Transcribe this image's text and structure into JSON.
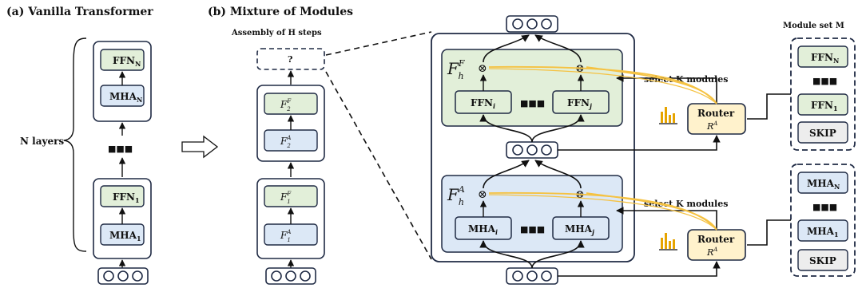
{
  "panel_a": {
    "title": "(a) Vanilla Transformer",
    "n_layers": "N layers",
    "ffn_top": "FFN",
    "ffn_top_sub": "N",
    "mha_top": "MHA",
    "mha_top_sub": "N",
    "ellipsis": "■■■",
    "ffn_bottom": "FFN",
    "ffn_bottom_sub": "1",
    "mha_bottom": "MHA",
    "mha_bottom_sub": "1"
  },
  "panel_b": {
    "title": "(b) Mixture of Modules",
    "assembly": "Assembly of H steps",
    "question": "?",
    "f2f": "F",
    "f2f_sub": "2",
    "f2f_sup": "F",
    "f2a": "F",
    "f2a_sub": "2",
    "f2a_sup": "A",
    "f1f": "F",
    "f1f_sub": "1",
    "f1f_sup": "F",
    "f1a": "F",
    "f1a_sub": "1",
    "f1a_sup": "A"
  },
  "zoom": {
    "ffn_group_label": "F",
    "ffn_group_sub": "h",
    "ffn_group_sup": "F",
    "mha_group_label": "F",
    "mha_group_sub": "h",
    "mha_group_sup": "A",
    "ffn_i": "FFN",
    "ffn_i_sub": "i",
    "ffn_j": "FFN",
    "ffn_j_sub": "j",
    "mha_i": "MHA",
    "mha_i_sub": "i",
    "mha_j": "MHA",
    "mha_j_sub": "j",
    "dots": "■■■",
    "combine": "⊗",
    "select_top": "select K modules",
    "select_bottom": "select K modules",
    "router": "Router",
    "router_sym": "R",
    "router_sup": "A"
  },
  "module_set": {
    "title": "Module set M",
    "ffn_n": "FFN",
    "ffn_n_sub": "N",
    "ffn_1": "FFN",
    "ffn_1_sub": "1",
    "skip": "SKIP",
    "mha_n": "MHA",
    "mha_n_sub": "N",
    "mha_1": "MHA",
    "mha_1_sub": "1",
    "dots": "■■■"
  },
  "colors": {
    "green": "#e2efd9",
    "blue": "#dce8f6",
    "router": "#fff2cc",
    "gray": "#ededed",
    "dark": "#1f2a44",
    "yellow_line": "#f5c242"
  }
}
